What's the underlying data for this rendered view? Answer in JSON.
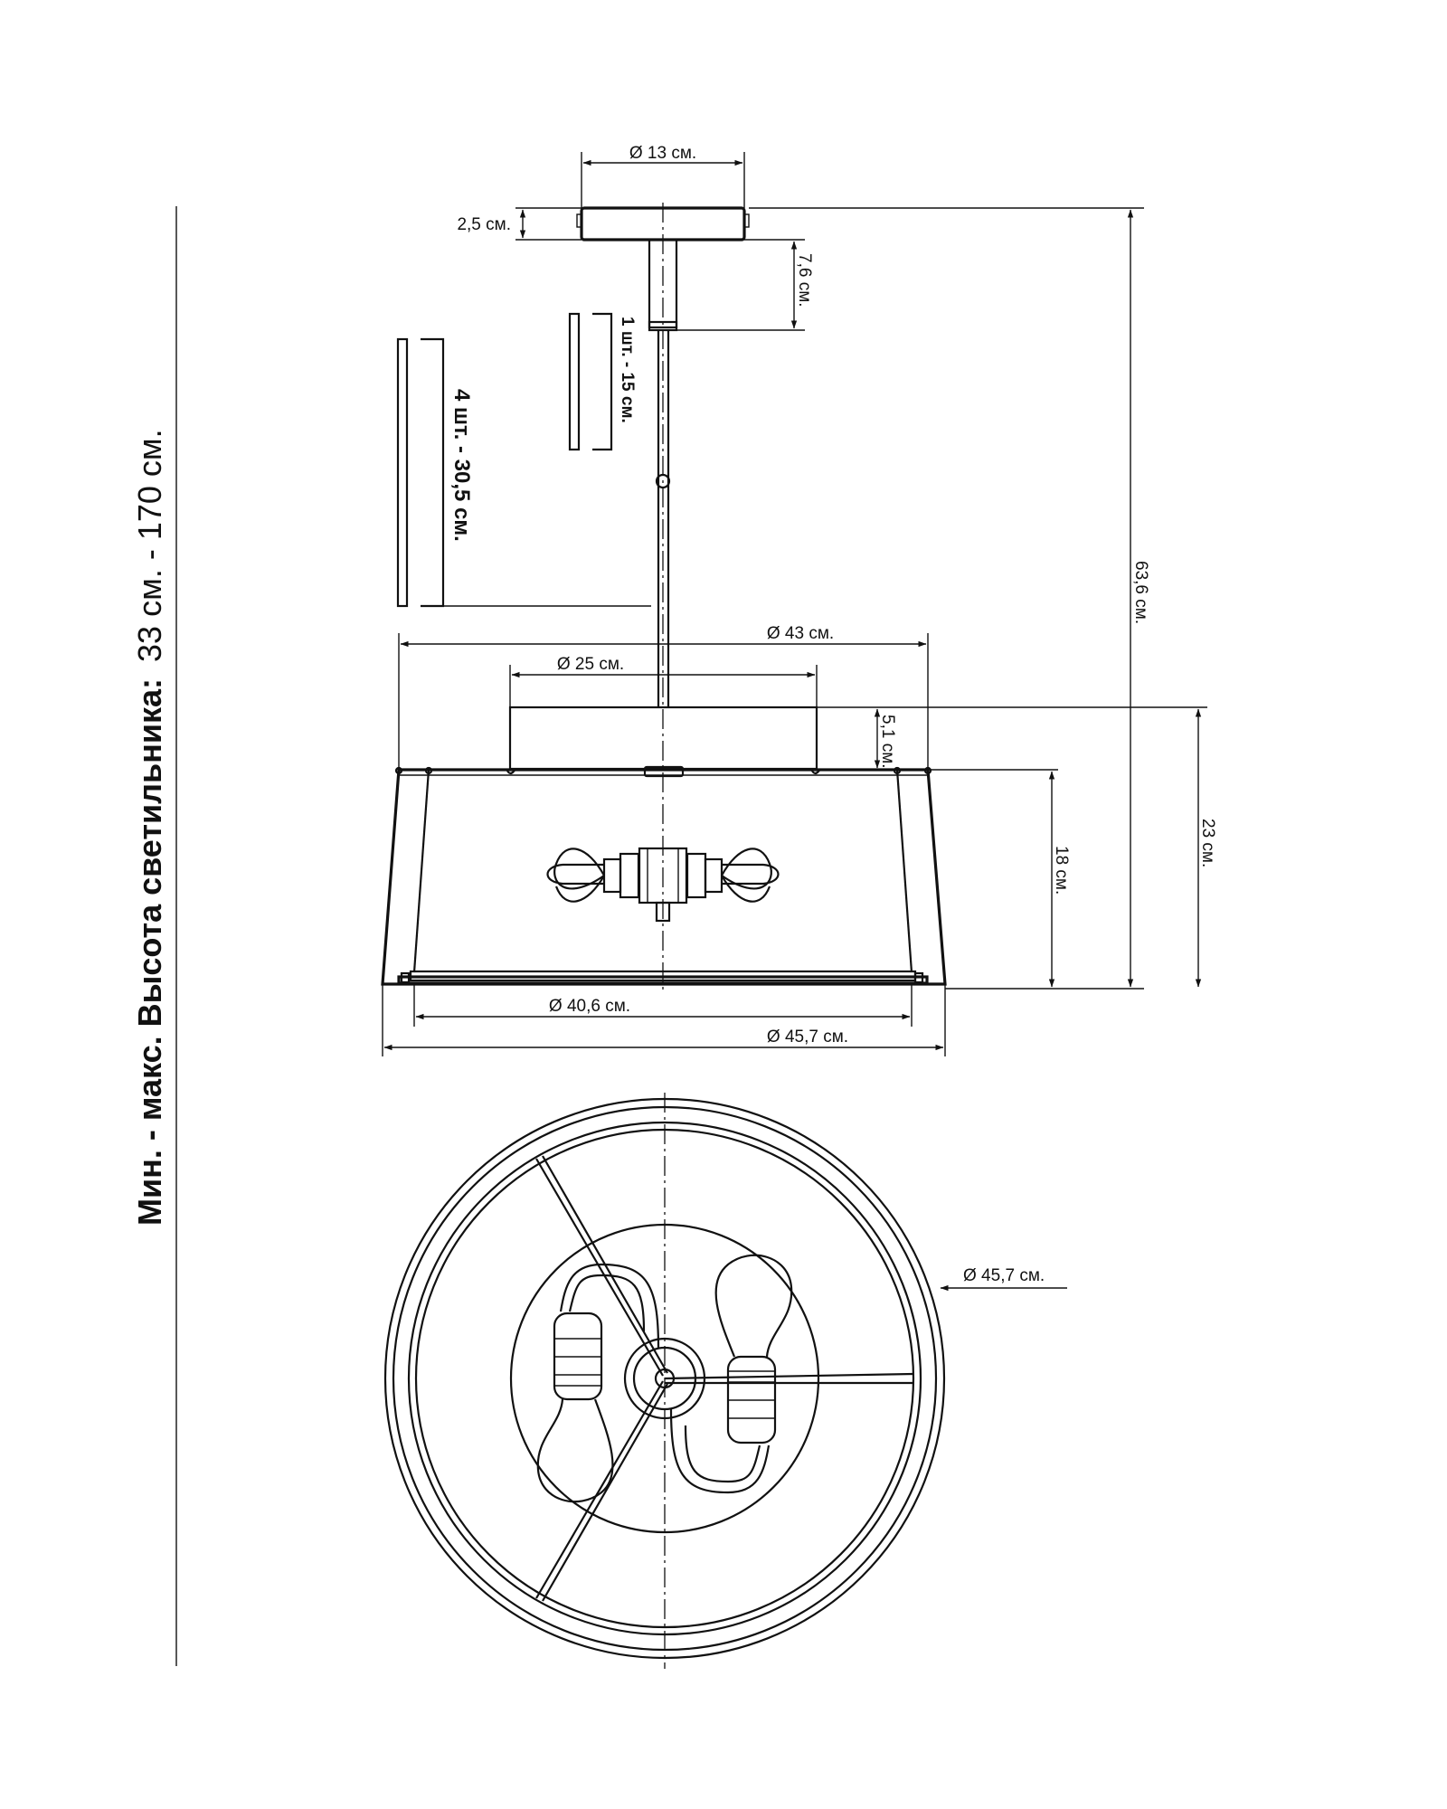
{
  "side_label": {
    "prefix": "Мин. - макс. Высота светильника:",
    "value": "33 см. - 170 см."
  },
  "dims": {
    "canopy_diameter": "Ø 13 см.",
    "canopy_height": "2,5 см.",
    "coupler_length": "7,6 см.",
    "rod_short": "1 шт. - 15 см.",
    "rod_long": "4 шт. - 30,5 см.",
    "total_height": "63,6 см.",
    "shade_top_diameter": "Ø 43 см.",
    "top_plate_diameter": "Ø 25 см.",
    "top_plate_height": "5,1 см.",
    "shade_height": "18 см.",
    "body_height": "23 см.",
    "diffuser_diameter": "Ø 40,6 см.",
    "shade_bottom_diameter": "Ø 45,7 см.",
    "plan_diameter": "Ø 45,7 см."
  }
}
